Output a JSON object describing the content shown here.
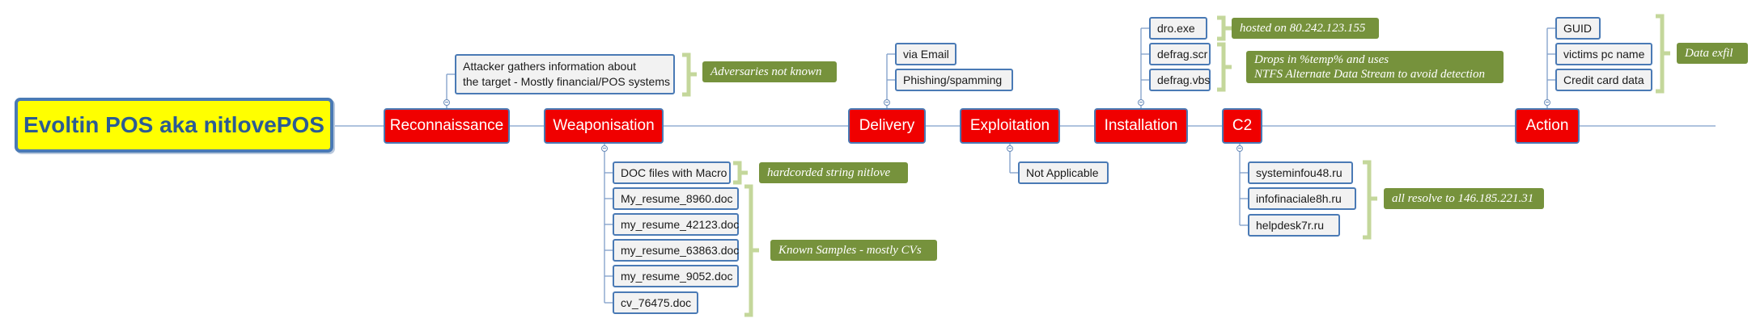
{
  "root": {
    "label": "Evoltin POS aka nitlovePOS"
  },
  "phases": [
    {
      "label": "Reconnaissance"
    },
    {
      "label": "Weaponisation"
    },
    {
      "label": "Delivery"
    },
    {
      "label": "Exploitation"
    },
    {
      "label": "Installation"
    },
    {
      "label": "C2"
    },
    {
      "label": "Action"
    }
  ],
  "reconnaissance": {
    "items": [
      {
        "line1": "Attacker gathers information about",
        "line2": "the target - Mostly financial/POS systems"
      }
    ],
    "note": "Adversaries not known"
  },
  "weaponisation": {
    "items": [
      {
        "label": "DOC files with Macro"
      },
      {
        "label": "My_resume_8960.doc"
      },
      {
        "label": "my_resume_42123.doc"
      },
      {
        "label": "my_resume_63863.doc"
      },
      {
        "label": "my_resume_9052.doc"
      },
      {
        "label": "cv_76475.doc"
      }
    ],
    "note_macro": "hardcorded string nitlove",
    "note_samples": "Known Samples - mostly CVs"
  },
  "delivery": {
    "items": [
      {
        "label": "via Email"
      },
      {
        "label": "Phishing/spamming"
      }
    ]
  },
  "exploitation": {
    "items": [
      {
        "label": "Not Applicable"
      }
    ]
  },
  "installation": {
    "items": [
      {
        "label": "dro.exe"
      },
      {
        "label": "defrag.scr"
      },
      {
        "label": "defrag.vbs"
      }
    ],
    "note_host": "hosted on 80.242.123.155",
    "note_drops_line1": "Drops in %temp% and uses",
    "note_drops_line2": "NTFS Alternate Data Stream to avoid detection"
  },
  "c2": {
    "items": [
      {
        "label": "systeminfou48.ru"
      },
      {
        "label": "infofinaciale8h.ru"
      },
      {
        "label": "helpdesk7r.ru"
      }
    ],
    "note": "all resolve to 146.185.221.31"
  },
  "action": {
    "items": [
      {
        "label": "GUID"
      },
      {
        "label": "victims pc name"
      },
      {
        "label": "Credit card data"
      }
    ],
    "note": "Data exfil"
  },
  "colors": {
    "phase_fill": "#f00000",
    "root_fill": "#ffff00",
    "node_border": "#4a7ab5",
    "note_fill": "#76923c",
    "bracket": "#c4d79b",
    "connector": "#7f9fc9"
  }
}
